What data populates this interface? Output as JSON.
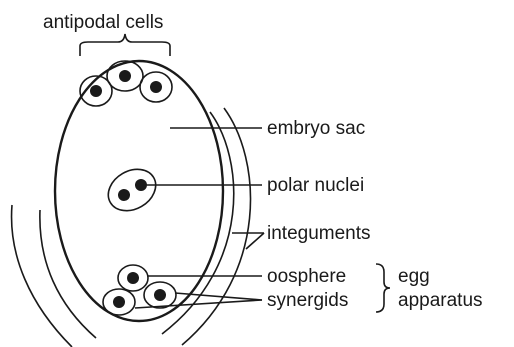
{
  "labels": {
    "antipodal": "antipodal cells",
    "embryo_sac": "embryo sac",
    "polar_nuclei": "polar nuclei",
    "integuments": "integuments",
    "oosphere": "oosphere",
    "synergids": "synergids",
    "egg": "egg",
    "apparatus": "apparatus"
  },
  "colors": {
    "ink": "#1a1a1a",
    "background": "#ffffff"
  }
}
